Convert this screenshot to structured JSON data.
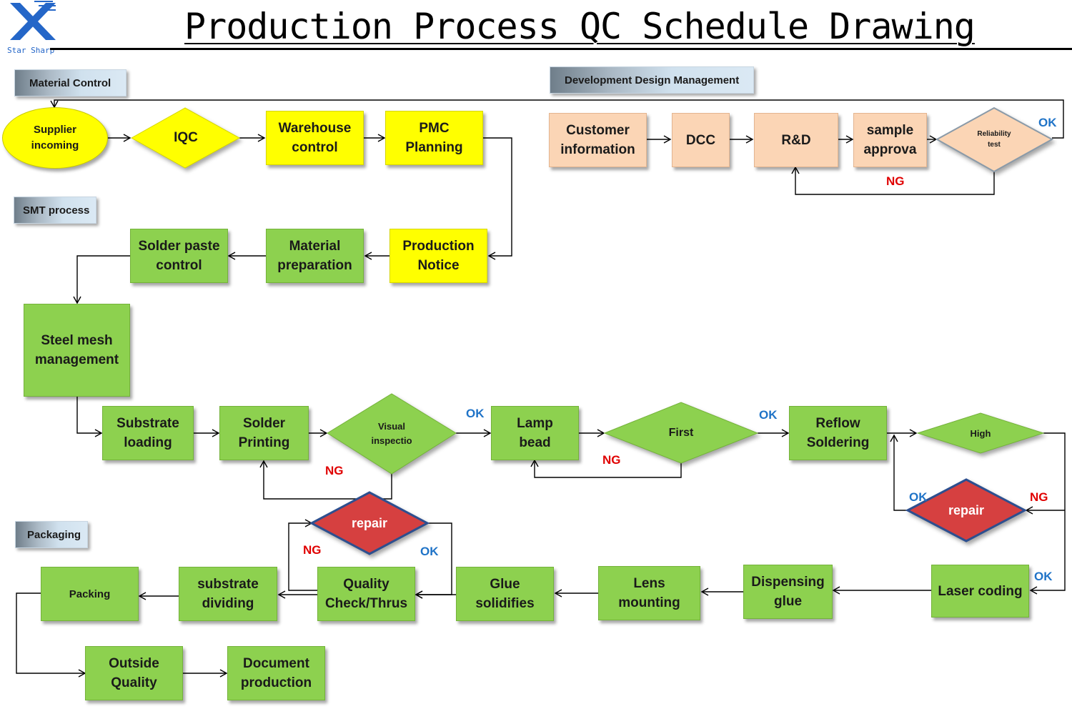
{
  "title": "Production Process QC Schedule Drawing",
  "logo": {
    "text": "Star Sharp",
    "color": "#2466c8"
  },
  "colors": {
    "green": "#8dd14f",
    "yellow": "#ffff00",
    "peach": "#fbd5b5",
    "repair": "#d64040",
    "ok": "#1f73c7",
    "ng": "#e00000"
  },
  "sections": {
    "material_control": "Material Control",
    "development": "Development Design Management",
    "smt": "SMT process",
    "packaging": "Packaging"
  },
  "nodes": {
    "supplier": "Supplier\nincoming",
    "iqc": "IQC",
    "warehouse": "Warehouse\ncontrol",
    "pmc": "PMC\nPlanning",
    "customer": "Customer\ninformation",
    "dcc": "DCC",
    "rnd": "R&D",
    "sample": "sample\napprova",
    "reliability": "Reliability\ntest",
    "production_notice": "Production\nNotice",
    "material_prep": "Material\npreparation",
    "solder_paste": "Solder paste\ncontrol",
    "steel_mesh": "Steel mesh\nmanagement",
    "substrate_loading": "Substrate\nloading",
    "solder_printing": "Solder\nPrinting",
    "visual": "Visual\ninspectio",
    "lamp_bead": "Lamp\nbead",
    "first": "First",
    "reflow": "Reflow\nSoldering",
    "high": "High",
    "repair_right": "repair",
    "repair_left": "repair",
    "laser": "Laser coding",
    "dispensing": "Dispensing\nglue",
    "lens": "Lens\nmounting",
    "glue": "Glue\nsolidifies",
    "quality_check": "Quality\nCheck/Thrus",
    "substrate_div": "substrate\ndividing",
    "packing": "Packing",
    "outside": "Outside\nQuality",
    "document": "Document\nproduction"
  },
  "labels": {
    "ok_reliability": "OK",
    "ng_reliability": "NG",
    "ok_visual": "OK",
    "ng_visual": "NG",
    "ok_first": "OK",
    "ng_first": "NG",
    "ok_repair_right": "OK",
    "ng_repair_right": "NG",
    "ok_laser": "OK",
    "ng_repair_left": "NG",
    "ok_repair_left": "OK"
  }
}
